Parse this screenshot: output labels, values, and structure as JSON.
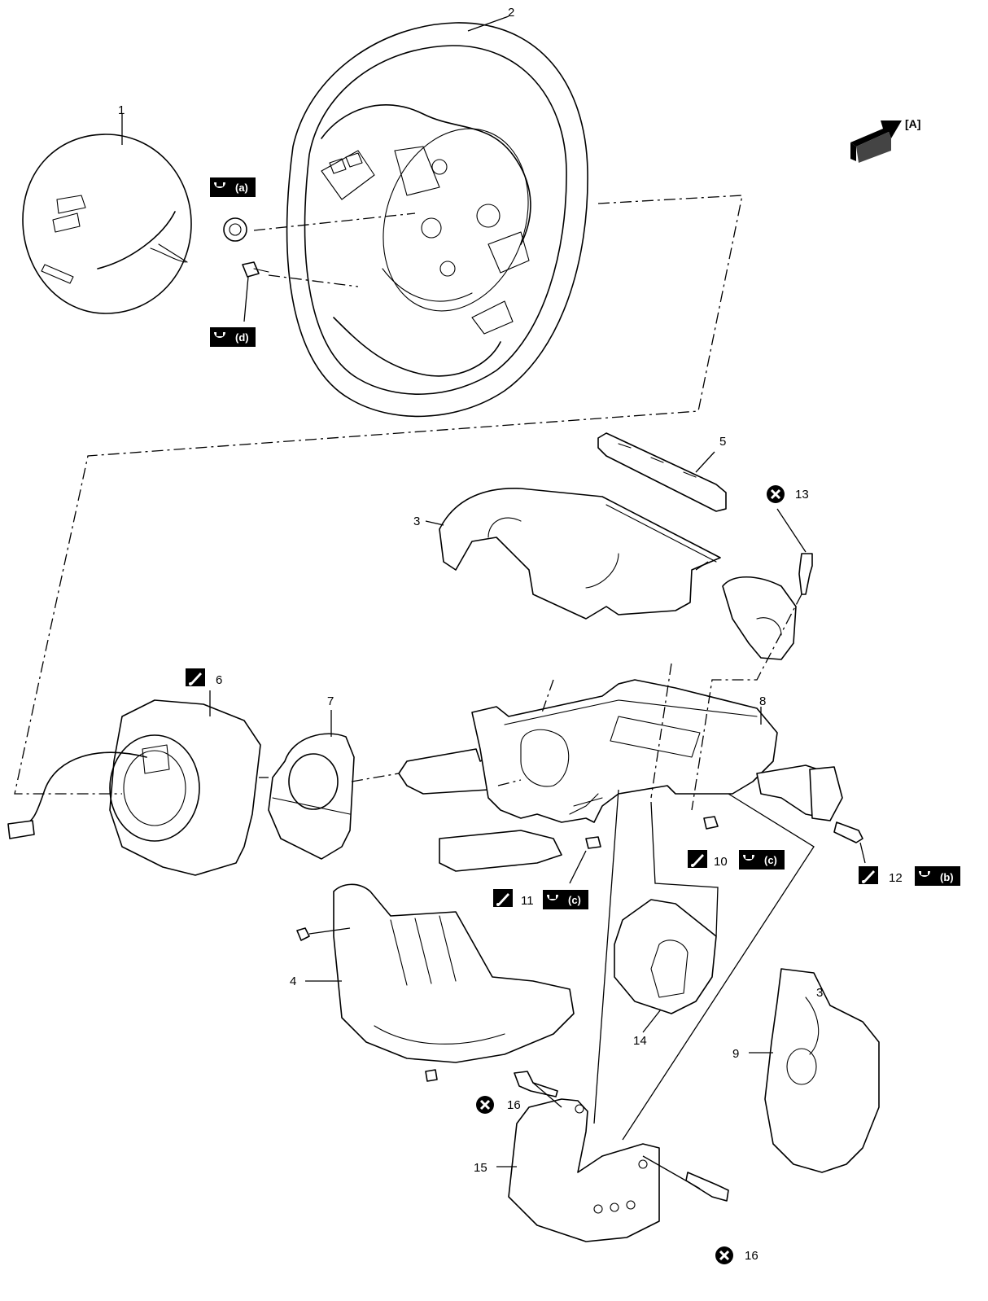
{
  "view_ref": "[A]",
  "parts": {
    "p1": "1",
    "p2": "2",
    "p3a": "3",
    "p3b": "3",
    "p4": "4",
    "p5": "5",
    "p6": "6",
    "p7": "7",
    "p8": "8",
    "p9": "9",
    "p10": "10",
    "p11": "11",
    "p12": "12",
    "p13": "13",
    "p14": "14",
    "p15": "15",
    "p16a": "16",
    "p16b": "16"
  },
  "torque_badges": {
    "a": "(a)",
    "b": "(b)",
    "c1": "(c)",
    "c2": "(c)",
    "d": "(d)"
  },
  "symbols": {
    "torque": "wrench-torque-icon",
    "grease": "grease-apply-icon",
    "replace": "do-not-reuse-icon"
  }
}
